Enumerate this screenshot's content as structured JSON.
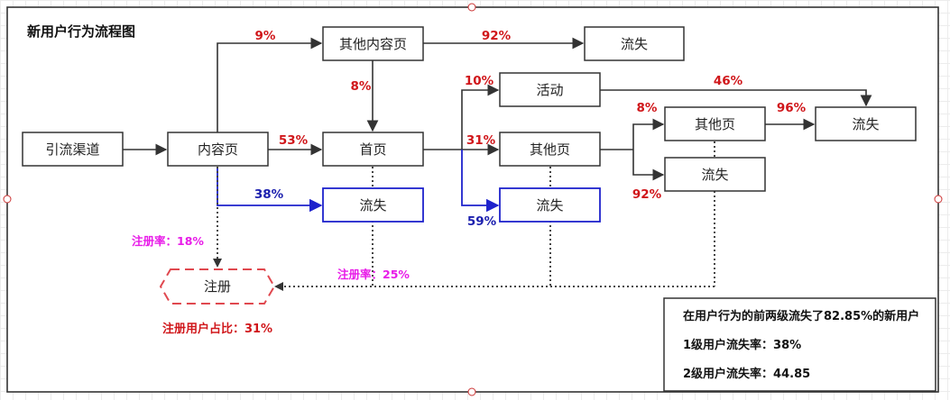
{
  "title": "新用户行为流程图",
  "nodes": {
    "source": "引流渠道",
    "content_page": "内容页",
    "other_content_page": "其他内容页",
    "churn_top": "流失",
    "home": "首页",
    "churn_home": "流失",
    "activity": "活动",
    "other_page": "其他页",
    "churn_other": "流失",
    "other_page_2": "其他页",
    "churn_right": "流失",
    "churn_lower": "流失",
    "register": "注册"
  },
  "edges": {
    "content_to_other_content": "9%",
    "other_content_to_churn": "92%",
    "other_content_to_home": "8%",
    "content_to_home": "53%",
    "content_to_churn": "38%",
    "home_to_activity": "10%",
    "home_to_other": "31%",
    "home_to_churn": "59%",
    "activity_to_churn": "46%",
    "other_to_other2": "8%",
    "other2_to_churn": "96%",
    "other_to_churn_lower": "92%"
  },
  "register_labels": {
    "content_rate": "注册率：18%",
    "home_rate": "注册率：25%",
    "share": "注册用户占比：31%"
  },
  "summary": {
    "line1": "在用户行为的前两级流失了82.85%的新用户",
    "line2": "1级用户流失率：38%",
    "line3": "2级用户流失率：44.85"
  },
  "colors": {
    "arrow": "#333333",
    "blue_path": "#1e22cc",
    "percent_red": "#d0161a",
    "register_rate_magenta": "#e81ce8",
    "register_border": "#e0484f"
  }
}
